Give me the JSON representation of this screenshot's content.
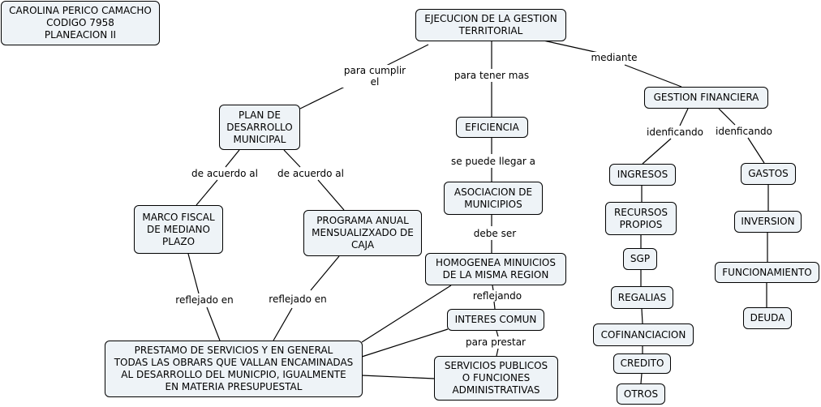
{
  "colors": {
    "node_fill": "#eef3f7",
    "node_border": "#000000",
    "line": "#000000",
    "background": "#ffffff"
  },
  "nodes": {
    "author": "CAROLINA PERICO CAMACHO\nCODIGO 7958\nPLANEACION II",
    "root": "EJECUCION DE LA GESTION\nTERRITORIAL",
    "plan": "PLAN DE\nDESARROLLO\nMUNICIPAL",
    "eficiencia": "EFICIENCIA",
    "gestion_financiera": "GESTION FINANCIERA",
    "asociacion": "ASOCIACION DE\nMUNICIPIOS",
    "marco": "MARCO FISCAL\nDE MEDIANO\nPLAZO",
    "programa": "PROGRAMA ANUAL\nMENSUALIZXADO DE\nCAJA",
    "homogenea": "HOMOGENEA MINUICIOS\nDE LA MISMA REGION",
    "interes": "INTERES COMUN",
    "servicios": "SERVICIOS PUBLICOS\nO FUNCIONES\nADMINISTRATIVAS",
    "prestamo": "PRESTAMO DE SERVICIOS Y EN GENERAL\nTODAS LAS OBRARS QUE VALLAN ENCAMINADAS\nAL DESARROLLO DEL MUNICPIO, IGUALMENTE\nEN MATERIA PRESUPUESTAL",
    "ingresos": "INGRESOS",
    "recursos": "RECURSOS\nPROPIOS",
    "sgp": "SGP",
    "regalias": "REGALIAS",
    "cofinanciacion": "COFINANCIACION",
    "credito": "CREDITO",
    "otros": "OTROS",
    "gastos": "GASTOS",
    "inversion": "INVERSION",
    "funcionamiento": "FUNCIONAMIENTO",
    "deuda": "DEUDA"
  },
  "labels": {
    "para_cumplir": "para cumplir\nel",
    "para_tener": "para tener mas",
    "mediante": "mediante",
    "de_acuerdo_1": "de acuerdo al",
    "de_acuerdo_2": "de acuerdo al",
    "se_puede": "se puede llegar a",
    "debe_ser": "debe ser",
    "reflejando": "reflejando",
    "para_prestar": "para prestar",
    "reflejado_1": "reflejado en",
    "reflejado_2": "reflejado en",
    "idenficando_1": "idenficando",
    "idenficando_2": "idenficando"
  }
}
